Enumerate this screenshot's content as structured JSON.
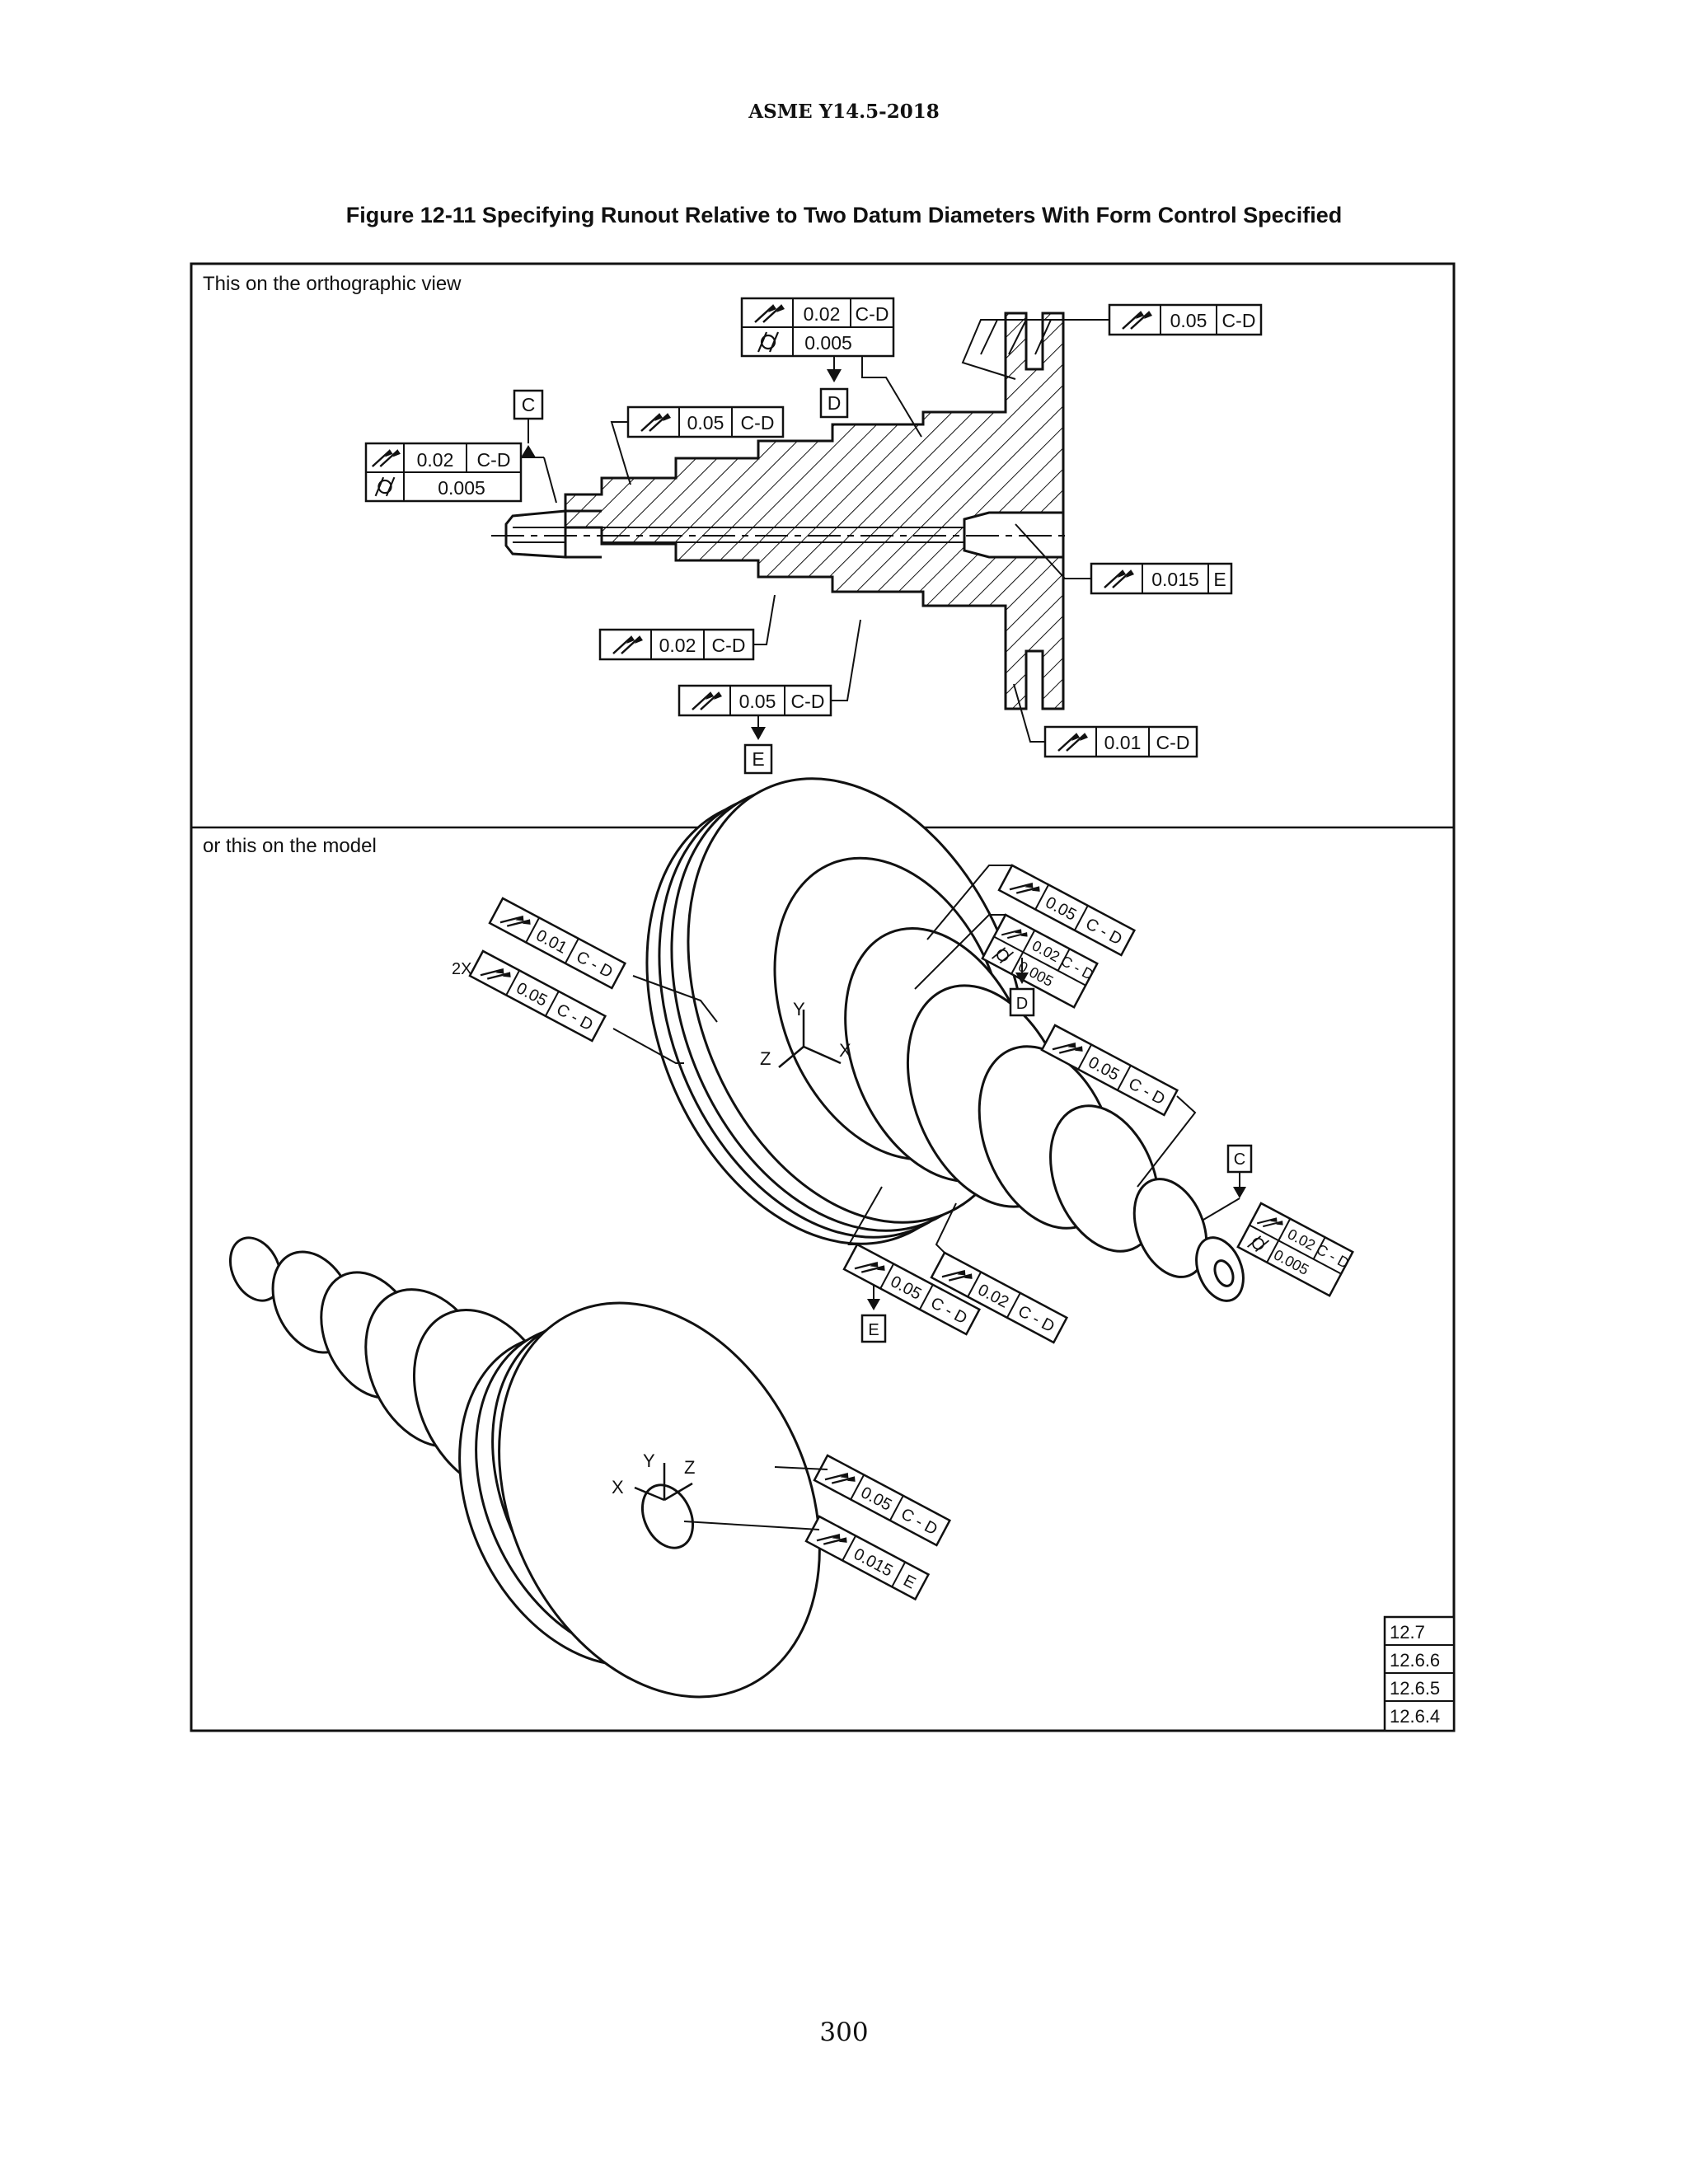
{
  "page": {
    "header": "ASME Y14.5-2018",
    "caption": "Figure 12-11 Specifying Runout Relative to Two Datum Diameters With Form Control Specified",
    "page_number": "300"
  },
  "top_panel": {
    "label": "This on the orthographic view",
    "fcf_shoulder": {
      "row1_value": "0.02",
      "row1_datum": "C-D",
      "row2_value": "0.005"
    },
    "datum_c": "C",
    "fcf_step1": {
      "value": "0.05",
      "datum": "C-D"
    },
    "fcf_d": {
      "row1_value": "0.02",
      "row1_datum": "C-D",
      "row2_value": "0.005"
    },
    "datum_d": "D",
    "fcf_flange": {
      "value": "0.05",
      "datum": "C-D"
    },
    "fcf_face": {
      "value": "0.015",
      "datum": "E"
    },
    "fcf_lower1": {
      "value": "0.02",
      "datum": "C-D"
    },
    "fcf_e": {
      "value": "0.05",
      "datum": "C-D"
    },
    "datum_e": "E",
    "fcf_groove": {
      "value": "0.01",
      "datum": "C-D"
    }
  },
  "bottom_panel": {
    "label": "or this on the model",
    "fcf_rim": {
      "value": "0.05",
      "datum": "C - D"
    },
    "fcf_d": {
      "row1_value": "0.02",
      "row1_datum": "C - D",
      "row2_value": "0.005"
    },
    "datum_d": "D",
    "fcf_groove": {
      "value": "0.01",
      "datum": "C - D"
    },
    "two_x": "2X",
    "fcf_groove2": {
      "value": "0.05",
      "datum": "C - D"
    },
    "fcf_step": {
      "value": "0.05",
      "datum": "C - D"
    },
    "datum_c": "C",
    "fcf_c": {
      "row1_value": "0.02",
      "row1_datum": "C - D",
      "row2_value": "0.005"
    },
    "fcf_e": {
      "value": "0.05",
      "datum": "C - D"
    },
    "datum_e": "E",
    "fcf_mid": {
      "value": "0.02",
      "datum": "C - D"
    },
    "fcf_back_face": {
      "value": "0.05",
      "datum": "C - D"
    },
    "fcf_back_hole": {
      "value": "0.015",
      "datum": "E"
    },
    "axes_front": {
      "x": "X",
      "y": "Y",
      "z": "Z"
    },
    "axes_back": {
      "x": "X",
      "y": "Y",
      "z": "Z"
    }
  },
  "references": [
    "12.7",
    "12.6.6",
    "12.6.5",
    "12.6.4"
  ]
}
